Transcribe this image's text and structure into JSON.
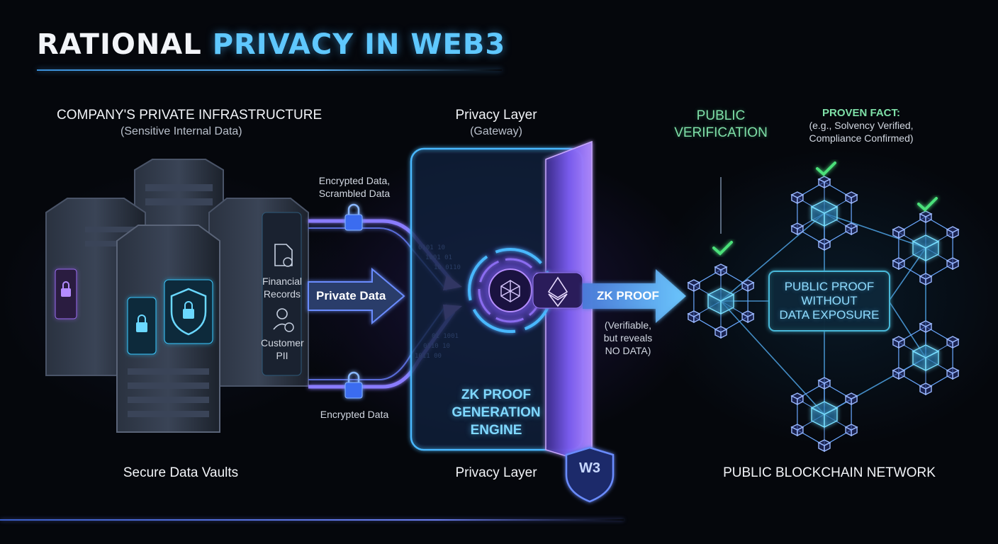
{
  "title": {
    "part1": "RATIONAL",
    "part2": "PRIVACY IN WEB3"
  },
  "left": {
    "heading": "COMPANY'S PRIVATE INFRASTRUCTURE",
    "subheading": "(Sensitive Internal Data)",
    "server_items": [
      {
        "label_line1": "Financial",
        "label_line2": "Records",
        "icon": "document-icon"
      },
      {
        "label_line1": "Customer",
        "label_line2": "PII",
        "icon": "user-check-icon"
      }
    ],
    "footer": "Secure Data Vaults"
  },
  "flows": {
    "top_label_line1": "Encrypted Data,",
    "top_label_line2": "Scrambled Data",
    "middle_label": "Private Data",
    "bottom_label": "Encrypted Data"
  },
  "center": {
    "heading": "Privacy Layer",
    "subheading": "(Gateway)",
    "engine_line1": "ZK PROOF",
    "engine_line2": "GENERATION",
    "engine_line3": "ENGINE",
    "footer": "Privacy Layer",
    "badge": "W3"
  },
  "proof_arrow": {
    "label": "ZK PROOF",
    "note_line1": "(Verifiable,",
    "note_line2": "but reveals",
    "note_line3": "NO DATA)"
  },
  "right": {
    "verification_line1": "PUBLIC",
    "verification_line2": "VERIFICATION",
    "fact_heading": "PROVEN FACT:",
    "fact_line1": "(e.g., Solvency Verified,",
    "fact_line2": "Compliance Confirmed)",
    "proof_box_line1": "PUBLIC PROOF",
    "proof_box_line2": "WITHOUT",
    "proof_box_line3": "DATA EXPOSURE",
    "footer": "PUBLIC BLOCKCHAIN NETWORK"
  },
  "colors": {
    "accent_blue": "#5fc8ff",
    "accent_green": "#7fe0a8",
    "accent_purple": "#8a6cf0",
    "background": "#05070c"
  }
}
